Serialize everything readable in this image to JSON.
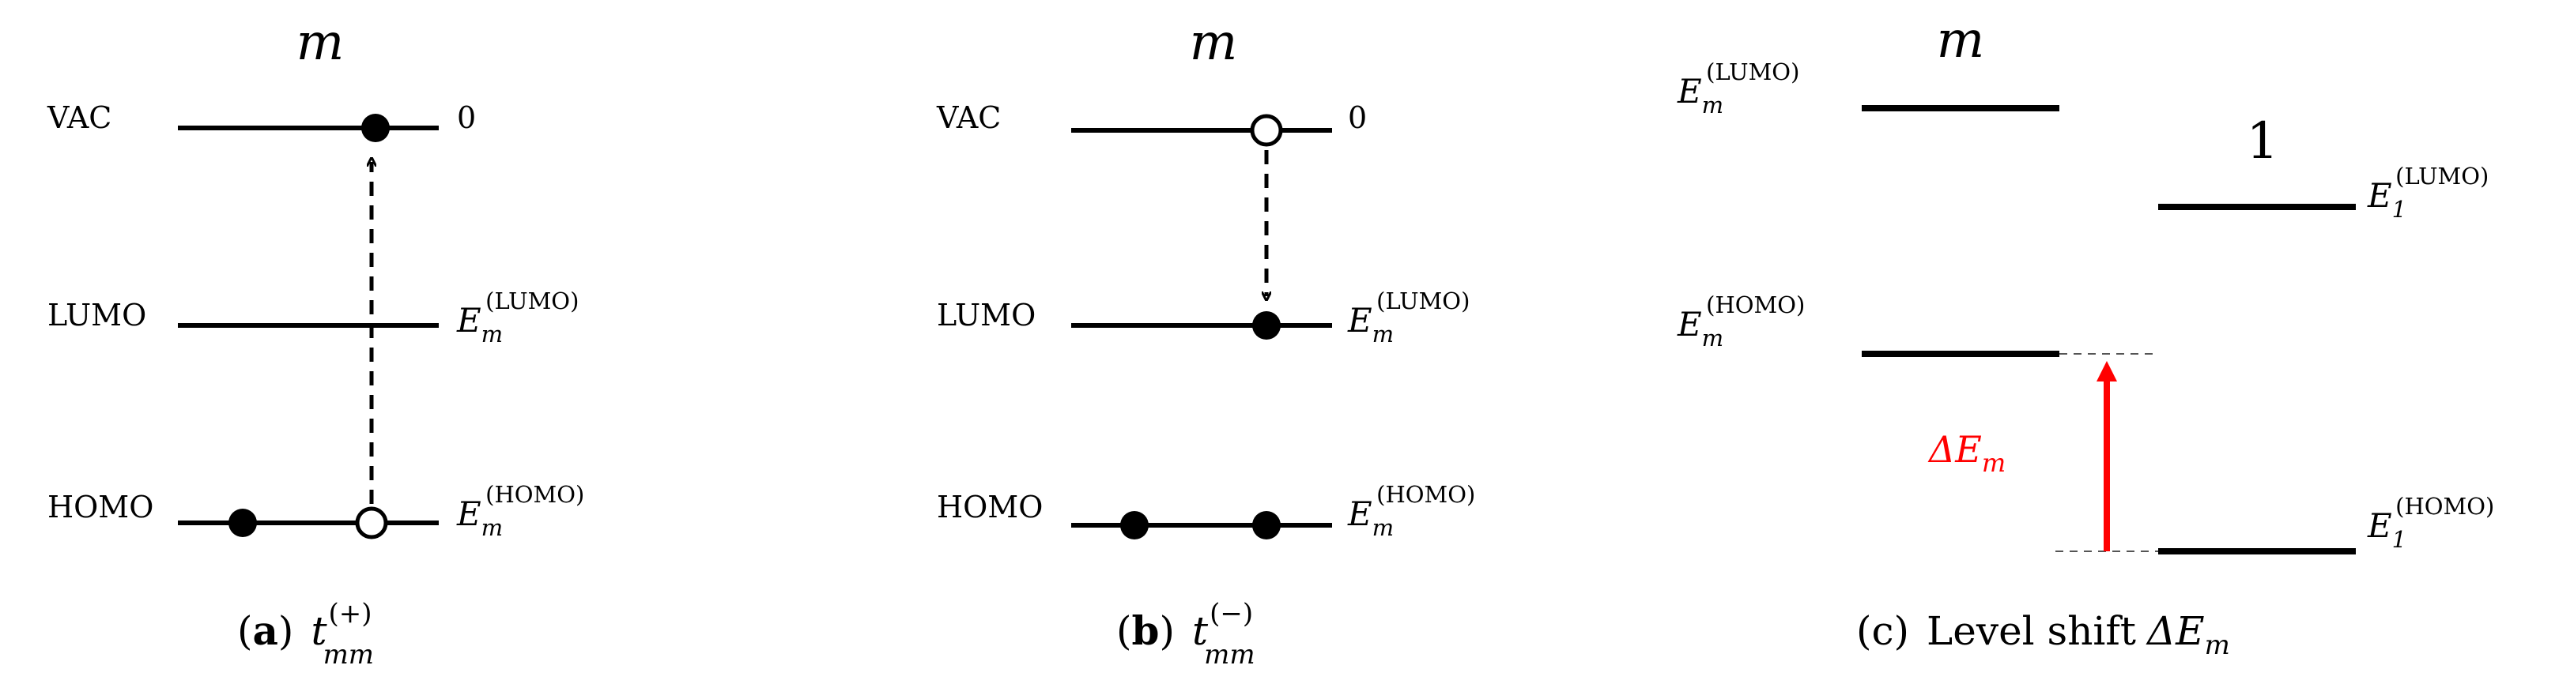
{
  "panel_a": {
    "top_symbol": "m",
    "levels": [
      {
        "label": "VAC",
        "value": "0"
      },
      {
        "label": "LUMO",
        "value_main": "E",
        "value_sub": "m",
        "value_sup": "(LUMO)"
      },
      {
        "label": "HOMO",
        "value_main": "E",
        "value_sub": "m",
        "value_sup": "(HOMO)"
      }
    ],
    "caption": {
      "tag": "a",
      "main": "t",
      "sup": "(+)",
      "sub": "mm"
    }
  },
  "panel_b": {
    "top_symbol": "m",
    "levels": [
      {
        "label": "VAC",
        "value": "0"
      },
      {
        "label": "LUMO",
        "value_main": "E",
        "value_sub": "m",
        "value_sup": "(LUMO)"
      },
      {
        "label": "HOMO",
        "value_main": "E",
        "value_sub": "m",
        "value_sup": "(HOMO)"
      }
    ],
    "caption": {
      "tag": "b",
      "main": "t",
      "sup": "(−)",
      "sub": "mm"
    }
  },
  "panel_c": {
    "left_symbol": "m",
    "right_symbol": "1",
    "left_lumo": {
      "main": "E",
      "sub": "m",
      "sup": "(LUMO)"
    },
    "left_homo": {
      "main": "E",
      "sub": "m",
      "sup": "(HOMO)"
    },
    "right_lumo": {
      "main": "E",
      "sub": "1",
      "sup": "(LUMO)"
    },
    "right_homo": {
      "main": "E",
      "sub": "1",
      "sup": "(HOMO)"
    },
    "shift_label": {
      "main": "ΔE",
      "sub": "m"
    },
    "caption": {
      "tag": "c",
      "text": "Level shift",
      "math_main": "ΔE",
      "math_sub": "m"
    }
  },
  "colors": {
    "line": "#000000",
    "accent": "#ff0000",
    "dashed_guide": "#555555"
  }
}
